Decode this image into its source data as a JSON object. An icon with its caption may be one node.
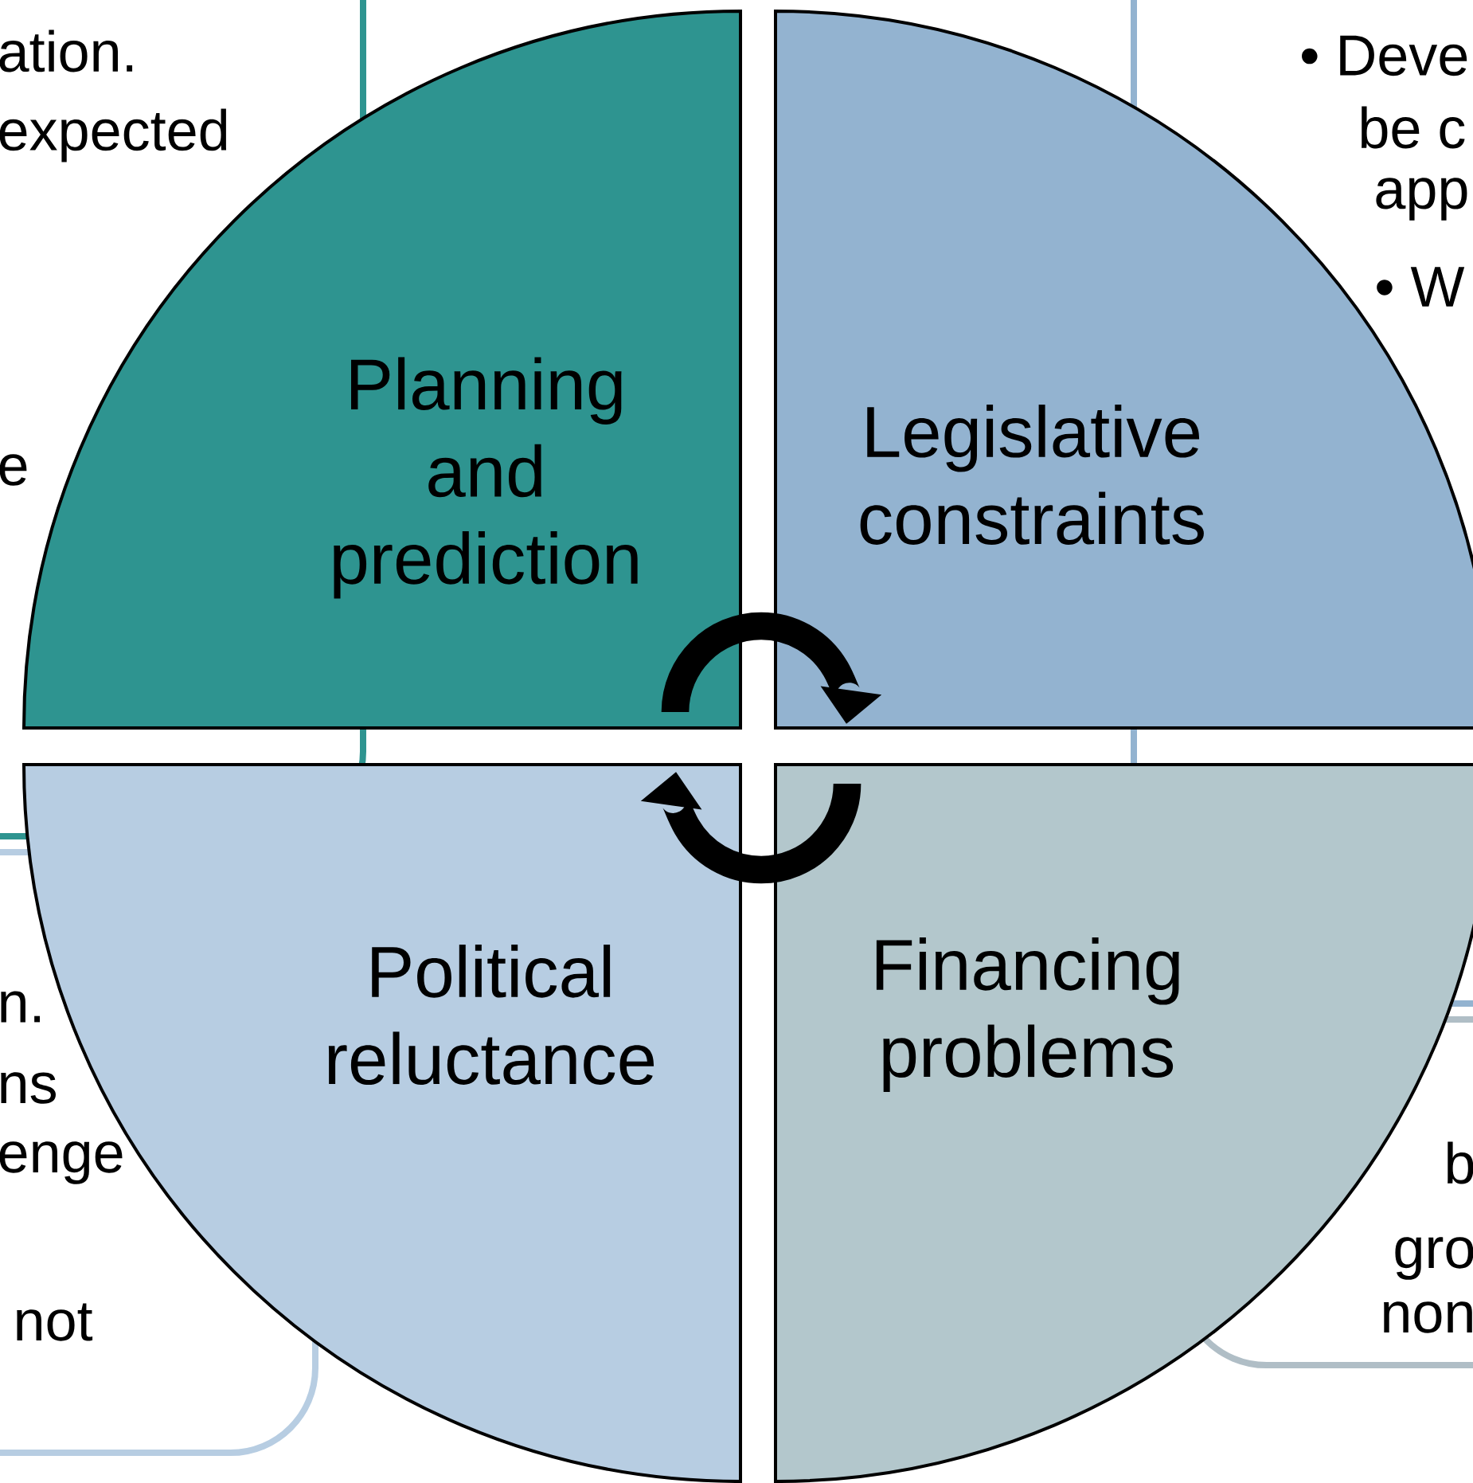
{
  "diagram": {
    "nodes": [
      {
        "text": [
          "Planning and prediction"
        ]
      },
      {
        "text": [
          "Legislative constraints"
        ]
      },
      {
        "text": [
          "Political reluctance"
        ]
      },
      {
        "text": [
          "Financing problems"
        ]
      },
      {
        "text": [
          "ation.",
          "expected",
          "e"
        ]
      },
      {
        "text": [
          "• Deve",
          "be c",
          "app",
          "• W"
        ]
      },
      {
        "text": [
          "n.",
          "ns",
          "enge",
          "not"
        ]
      },
      {
        "text": [
          "b",
          "gro",
          "non"
        ]
      }
    ],
    "edges": [
      {
        "from": 0,
        "to": 1,
        "arrow": "to"
      },
      {
        "from": 3,
        "to": 2,
        "arrow": "to"
      }
    ]
  }
}
